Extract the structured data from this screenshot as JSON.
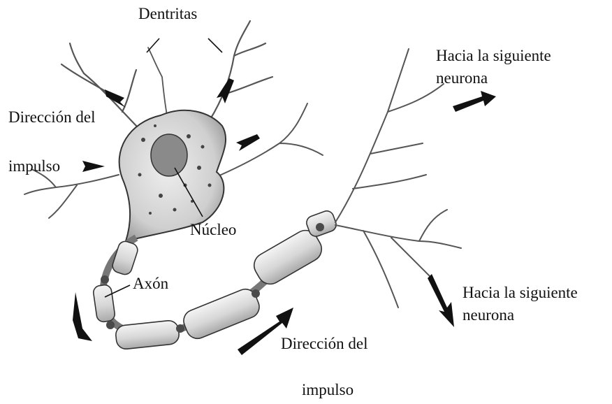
{
  "labels": {
    "dendrites": "Dentritas",
    "direction_left_1": "Dirección del",
    "direction_left_2": "impulso",
    "nucleus": "Núcleo",
    "axon": "Axón",
    "next_neuron_top_1": "Hacia la siguiente",
    "next_neuron_top_2": "neurona",
    "next_neuron_bottom_1": "Hacia la siguiente",
    "next_neuron_bottom_2": "neurona",
    "direction_bottom_1": "Dirección del",
    "direction_bottom_2": "impulso"
  },
  "colors": {
    "ink": "#111111",
    "soma_fill": "#d9d9d9",
    "nucleus_fill": "#8a8a8a",
    "myelin_fill": "#e6e6e6",
    "node_fill": "#5a5a5a",
    "arrow": "#111111"
  }
}
